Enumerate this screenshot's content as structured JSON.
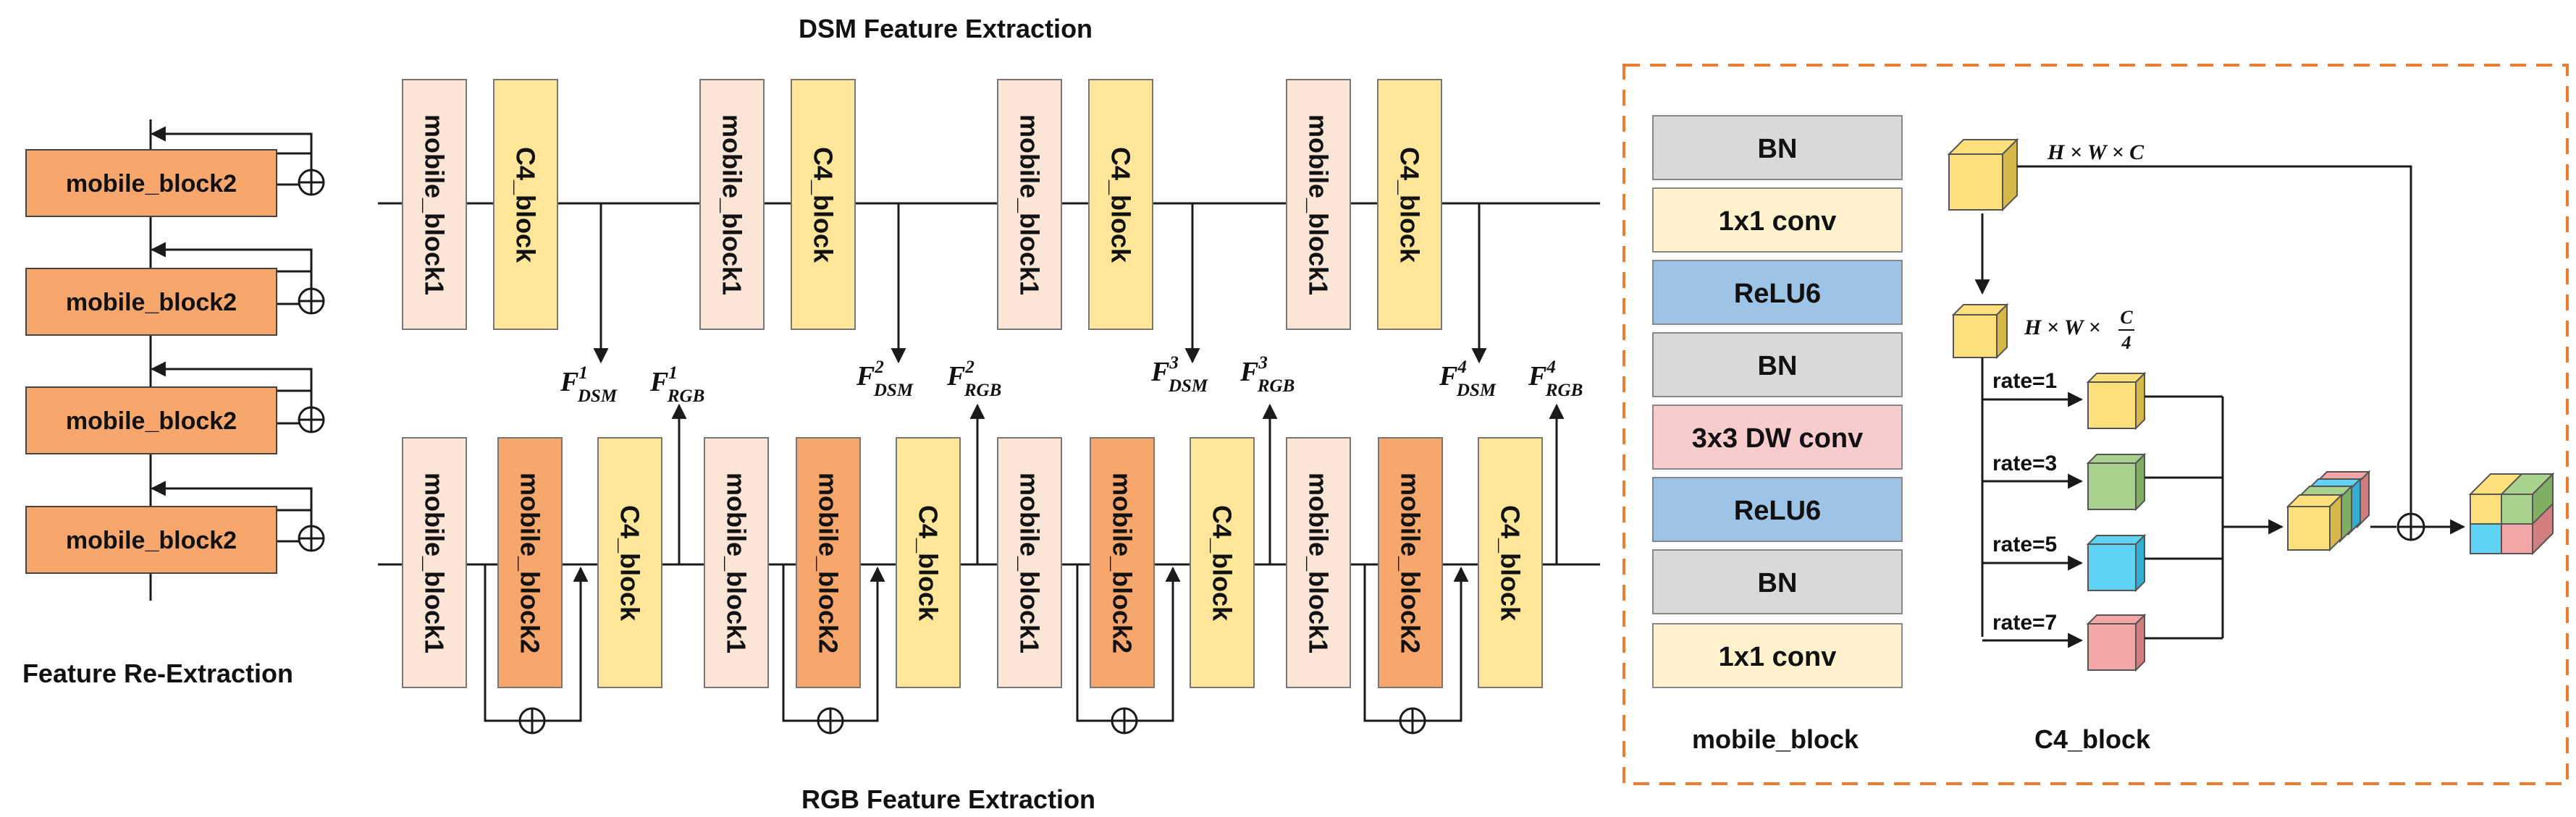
{
  "titles": {
    "dsm": "DSM Feature Extraction",
    "rgb": "RGB Feature Extraction",
    "reextraction": "Feature Re-Extraction",
    "mobile_block": "mobile_block",
    "c4_block": "C4_block"
  },
  "reextraction_blocks": [
    "mobile_block2",
    "mobile_block2",
    "mobile_block2",
    "mobile_block2"
  ],
  "block_labels": {
    "mobile1": "mobile_block1",
    "mobile2": "mobile_block2",
    "c4": "C4_block"
  },
  "feature_labels": [
    {
      "dsm_sup": "1",
      "rgb_sup": "1"
    },
    {
      "dsm_sup": "2",
      "rgb_sup": "2"
    },
    {
      "dsm_sup": "3",
      "rgb_sup": "3"
    },
    {
      "dsm_sup": "4",
      "rgb_sup": "4"
    }
  ],
  "feature_base": "F",
  "dsm_sub": "DSM",
  "rgb_sub": "RGB",
  "mobile_block_layers": [
    "BN",
    "1x1 conv",
    "ReLU6",
    "BN",
    "3x3 DW conv",
    "ReLU6",
    "BN",
    "1x1 conv"
  ],
  "c4": {
    "input_dims": "H × W × C",
    "reduced_dims_prefix": "H × W × ",
    "reduced_num": "C",
    "reduced_den": "4",
    "rates": [
      "rate=1",
      "rate=3",
      "rate=5",
      "rate=7"
    ]
  },
  "colors": {
    "mobile1": "#fbe5d6",
    "mobile2": "#f4b183",
    "mobile2_dark": "#f8a76c",
    "c4": "#fff2cc",
    "c4_yellow": "#ffe699",
    "grey": "#d9d9d9",
    "blue": "#9dc3e6",
    "pink": "#f8cbcd",
    "dashed": "#ed7d31",
    "cube_yellow": "#ffe07a",
    "cube_green": "#a9d18e",
    "cube_cyan": "#5fd3f3",
    "cube_pink": "#f4a6a6"
  }
}
